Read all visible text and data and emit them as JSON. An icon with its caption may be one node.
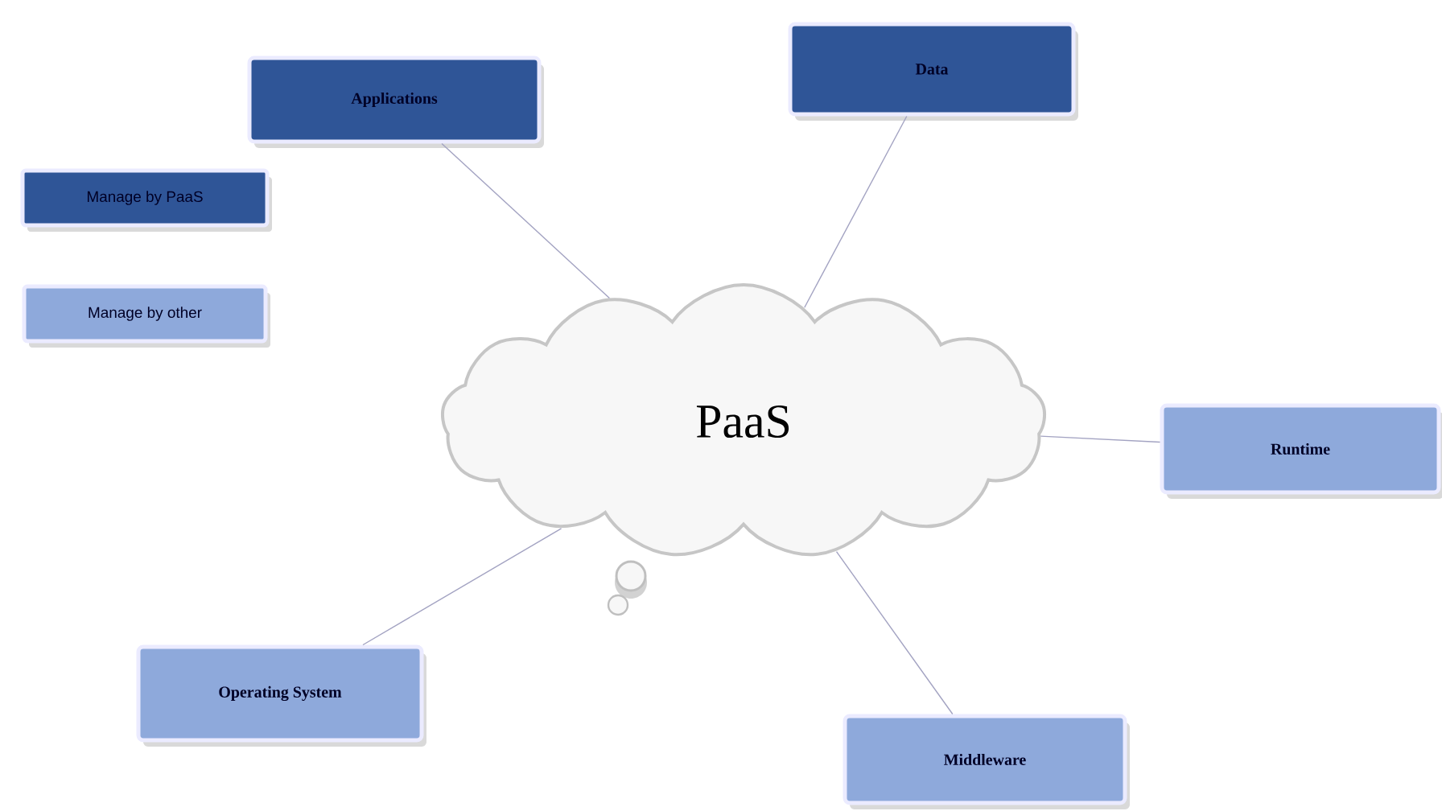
{
  "diagram": {
    "nodes": [
      {
        "text": [
          "PaaS"
        ]
      },
      {
        "text": [
          "Applications"
        ]
      },
      {
        "text": [
          "Data"
        ]
      },
      {
        "text": [
          "Runtime"
        ]
      },
      {
        "text": [
          "Operating System"
        ]
      },
      {
        "text": [
          "Middleware"
        ]
      }
    ],
    "edges": [
      {
        "from": 0,
        "to": 1,
        "arrow": "none"
      },
      {
        "from": 0,
        "to": 2,
        "arrow": "none"
      },
      {
        "from": 0,
        "to": 3,
        "arrow": "none"
      },
      {
        "from": 0,
        "to": 4,
        "arrow": "none"
      },
      {
        "from": 0,
        "to": 5,
        "arrow": "none"
      }
    ],
    "legend": [
      {
        "text": "Manage by PaaS",
        "color": "#2f5597"
      },
      {
        "text": "Manage by other",
        "color": "#8ea9db"
      }
    ]
  }
}
